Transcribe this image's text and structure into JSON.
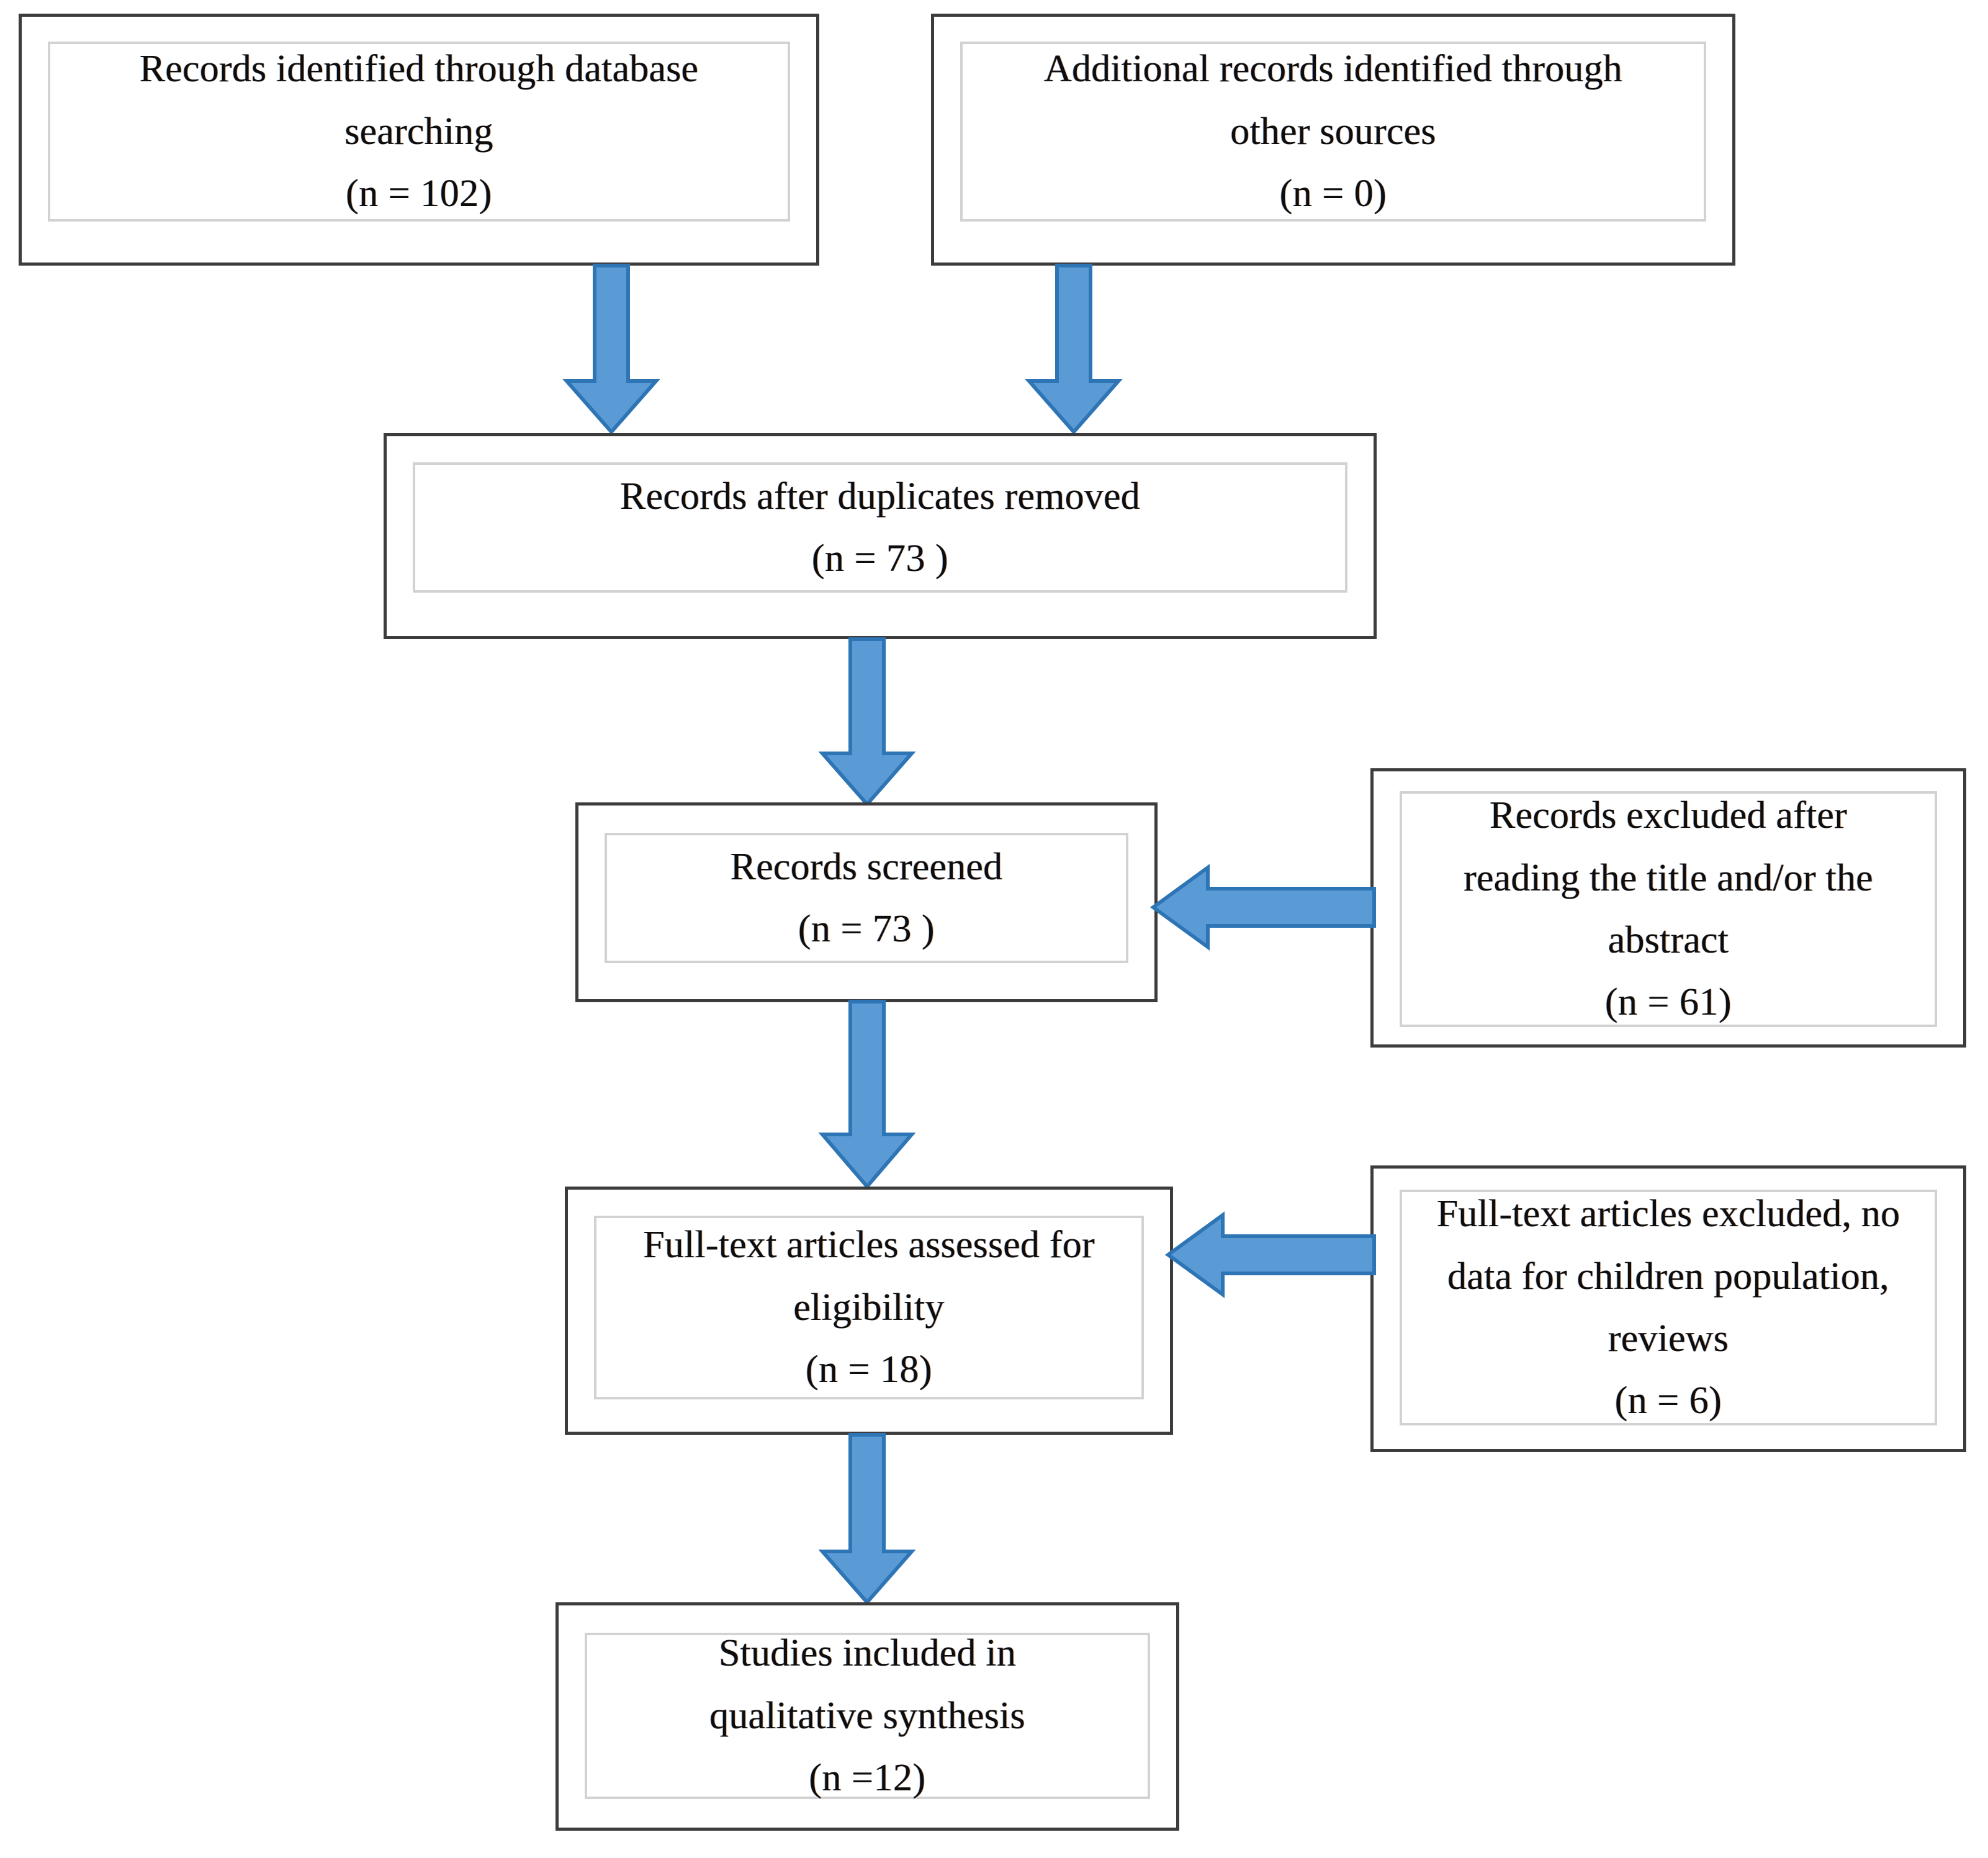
{
  "diagram": {
    "type": "prisma-flow-diagram",
    "accent_color": "#5B9BD5",
    "arrow_outline_color": "#2E75B6",
    "box_border_color": "#3C3C3C",
    "box_inner_border_color": "#D2D2D2",
    "text_color": "#0D0D0D",
    "background_color": "#FFFFFF"
  },
  "nodes": {
    "identification_database": {
      "id": "records-identified-database",
      "lines": [
        "Records identified through database",
        "searching"
      ],
      "count_label": "(n = 102)",
      "count_value": 102
    },
    "identification_other": {
      "id": "additional-records-other-sources",
      "lines": [
        "Additional records identified through",
        "other sources"
      ],
      "count_label": "(n = 0)",
      "count_value": 0
    },
    "duplicates_removed": {
      "id": "records-after-duplicates-removed",
      "lines": [
        "Records after duplicates removed"
      ],
      "count_label": "(n = 73 )",
      "count_value": 73
    },
    "records_screened": {
      "id": "records-screened",
      "lines": [
        "Records screened"
      ],
      "count_label": "(n = 73 )",
      "count_value": 73
    },
    "records_excluded": {
      "id": "records-excluded-title-abstract",
      "lines": [
        "Records excluded after",
        "reading the title and/or the",
        "abstract"
      ],
      "count_label": "(n = 61)",
      "count_value": 61
    },
    "fulltext_assessed": {
      "id": "full-text-articles-assessed",
      "lines": [
        "Full-text articles assessed for",
        "eligibility"
      ],
      "count_label": "(n = 18)",
      "count_value": 18
    },
    "fulltext_excluded": {
      "id": "full-text-articles-excluded",
      "lines": [
        "Full-text articles excluded, no",
        "data for children population,",
        "reviews"
      ],
      "count_label": "(n = 6)",
      "count_value": 6
    },
    "studies_included": {
      "id": "studies-included-qualitative-synthesis",
      "lines": [
        "Studies included in",
        "qualitative synthesis"
      ],
      "count_label": "(n =12)",
      "count_value": 12
    }
  },
  "connectors": [
    {
      "name": "arrow-database-to-duplicates",
      "direction": "down",
      "from": "identification_database",
      "to": "duplicates_removed"
    },
    {
      "name": "arrow-other-to-duplicates",
      "direction": "down",
      "from": "identification_other",
      "to": "duplicates_removed"
    },
    {
      "name": "arrow-duplicates-to-screened",
      "direction": "down",
      "from": "duplicates_removed",
      "to": "records_screened"
    },
    {
      "name": "arrow-excluded-to-screened",
      "direction": "left",
      "from": "records_excluded",
      "to": "records_screened"
    },
    {
      "name": "arrow-screened-to-fulltext",
      "direction": "down",
      "from": "records_screened",
      "to": "fulltext_assessed"
    },
    {
      "name": "arrow-fulltext-excluded-to-assessed",
      "direction": "left",
      "from": "fulltext_excluded",
      "to": "fulltext_assessed"
    },
    {
      "name": "arrow-fulltext-to-included",
      "direction": "down",
      "from": "fulltext_assessed",
      "to": "studies_included"
    }
  ]
}
